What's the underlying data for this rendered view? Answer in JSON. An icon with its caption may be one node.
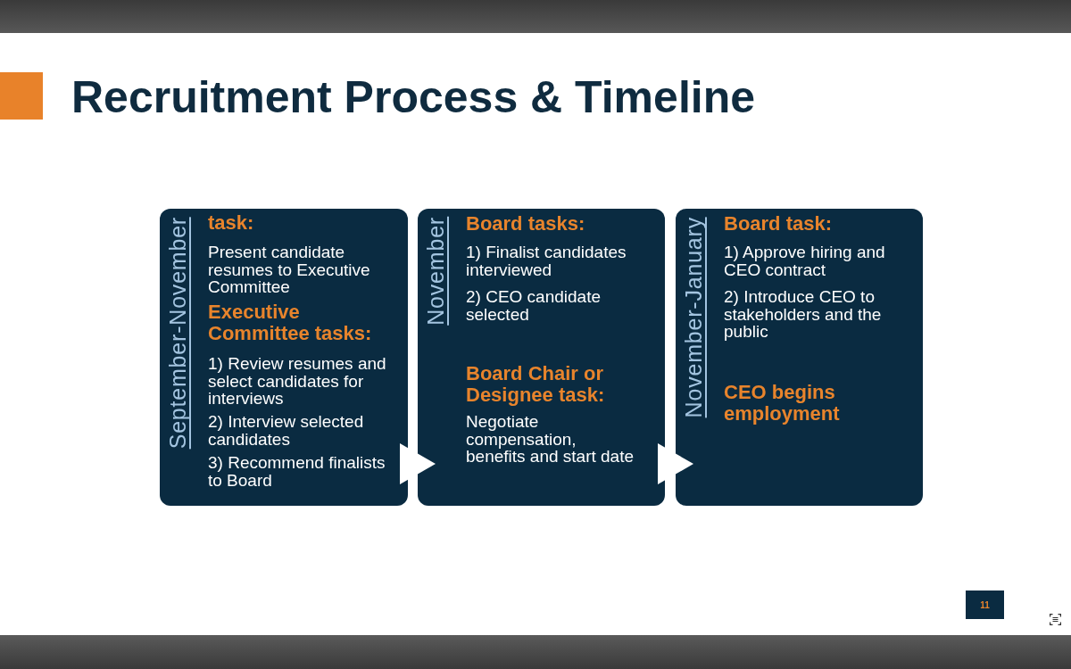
{
  "diagram": {
    "title": "Recruitment Process & Timeline",
    "nodes": [
      {
        "text": [],
        "shape": "bar"
      },
      {
        "text": [
          "September-November",
          "task:",
          "Present candidate resumes to Executive Committee",
          "Executive Committee tasks:",
          "1) Review resumes and select candidates for interviews",
          "2) Interview selected candidates",
          "3) Recommend finalists to Board"
        ]
      },
      {
        "text": [
          "November",
          "Board tasks:",
          "1) Finalist candidates interviewed",
          "2) CEO candidate selected",
          "Board Chair or Designee task:",
          "Negotiate compensation, benefits and start date"
        ]
      },
      {
        "text": [
          "November-January",
          "Board task:",
          "1) Approve hiring and CEO contract",
          "2) Introduce CEO to stakeholders and the public",
          "CEO begins employment"
        ]
      },
      {
        "text": [],
        "shape": "bar"
      }
    ],
    "edges": [
      {
        "from": 1,
        "to": 2,
        "arrow": "to"
      },
      {
        "from": 2,
        "to": 3,
        "arrow": "to"
      }
    ],
    "labels": [
      "11"
    ]
  }
}
